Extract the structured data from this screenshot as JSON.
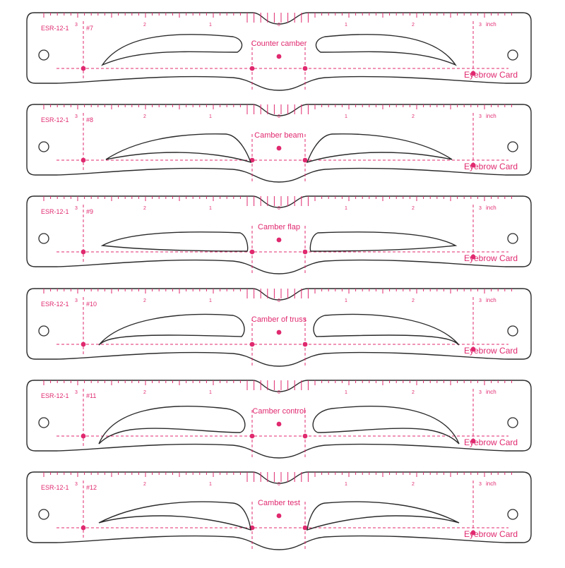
{
  "colors": {
    "accent": "#e0296f",
    "outline": "#2b2b2b",
    "background": "#ffffff"
  },
  "card_common": {
    "code": "ESR-12-1",
    "brand": "Eyebrow Card",
    "unit": "inch",
    "scale_labels": [
      "3",
      "2",
      "1",
      "0",
      "1",
      "2",
      "3"
    ]
  },
  "cards": [
    {
      "number": "#7",
      "name": "Counter camber"
    },
    {
      "number": "#8",
      "name": "Camber beam"
    },
    {
      "number": "#9",
      "name": "Camber flap"
    },
    {
      "number": "#10",
      "name": "Camber of truss"
    },
    {
      "number": "#11",
      "name": "Camber control"
    },
    {
      "number": "#12",
      "name": "Camber test"
    }
  ]
}
